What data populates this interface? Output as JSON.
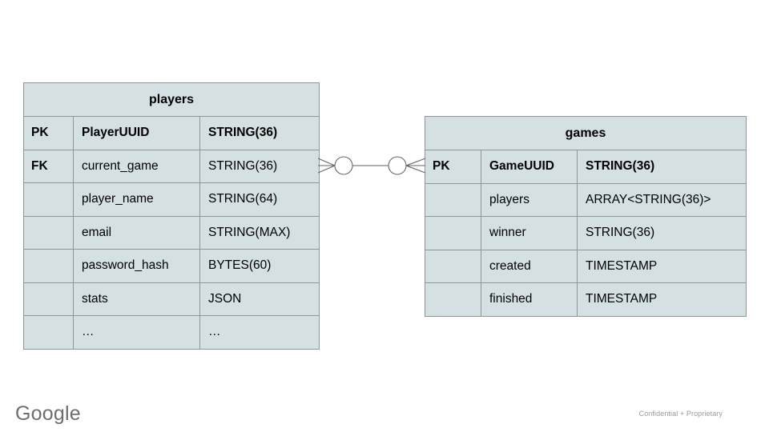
{
  "slide": {
    "background_color": "#ffffff",
    "entity_fill_color": "#d4e0e2",
    "entity_border_color": "#8d9797",
    "connector_color": "#666666"
  },
  "entities": [
    {
      "name": "players",
      "title": "players",
      "rows": [
        {
          "key": "PK",
          "field": "PlayerUUID",
          "type": "STRING(36)",
          "emphasis": true
        },
        {
          "key": "FK",
          "field": "current_game",
          "type": "STRING(36)",
          "emphasis": false
        },
        {
          "key": "",
          "field": "player_name",
          "type": "STRING(64)",
          "emphasis": false
        },
        {
          "key": "",
          "field": "email",
          "type": "STRING(MAX)",
          "emphasis": false
        },
        {
          "key": "",
          "field": "password_hash",
          "type": "BYTES(60)",
          "emphasis": false
        },
        {
          "key": "",
          "field": "stats",
          "type": "JSON",
          "emphasis": false
        },
        {
          "key": "",
          "field": "…",
          "type": "…",
          "emphasis": false
        }
      ]
    },
    {
      "name": "games",
      "title": "games",
      "rows": [
        {
          "key": "PK",
          "field": "GameUUID",
          "type": "STRING(36)",
          "emphasis": true
        },
        {
          "key": "",
          "field": "players",
          "type": "ARRAY<STRING(36)>",
          "emphasis": false
        },
        {
          "key": "",
          "field": "winner",
          "type": "STRING(36)",
          "emphasis": false
        },
        {
          "key": "",
          "field": "created",
          "type": "TIMESTAMP",
          "emphasis": false
        },
        {
          "key": "",
          "field": "finished",
          "type": "TIMESTAMP",
          "emphasis": false
        }
      ]
    }
  ],
  "relationship": {
    "from_entity": "players",
    "from_field": "current_game",
    "to_entity": "games",
    "to_field": "GameUUID",
    "left_cardinality": "zero-or-many",
    "right_cardinality": "zero-or-many",
    "notation": "crows-foot"
  },
  "footer": {
    "logo_text": "Google",
    "confidential_text": "Confidential + Proprietary"
  }
}
